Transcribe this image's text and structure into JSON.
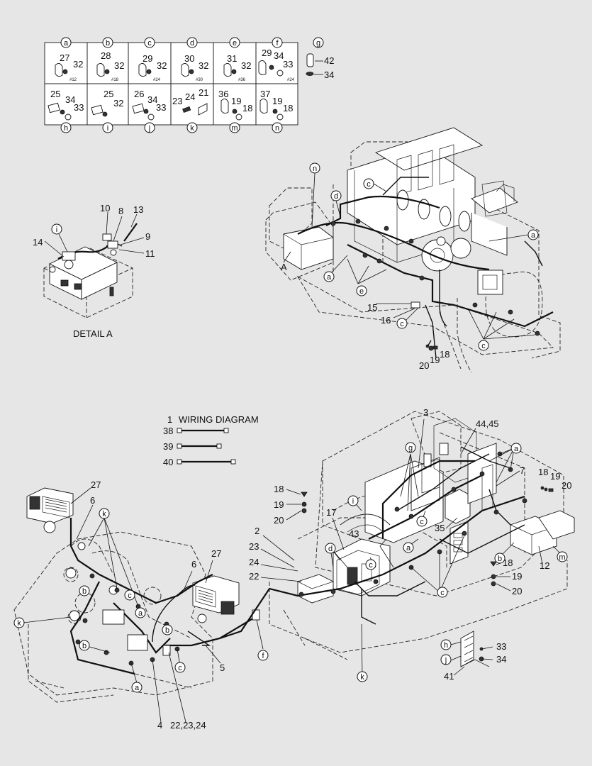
{
  "legend_table": {
    "top_row": [
      {
        "letter": "a",
        "left_num": "27",
        "right_num": "32",
        "small": "#12"
      },
      {
        "letter": "b",
        "left_num": "28",
        "right_num": "32",
        "small": "#18"
      },
      {
        "letter": "c",
        "left_num": "29",
        "right_num": "32",
        "small": "#24"
      },
      {
        "letter": "d",
        "left_num": "30",
        "right_num": "32",
        "small": "#30"
      },
      {
        "letter": "e",
        "left_num": "31",
        "right_num": "32",
        "small": "#36"
      },
      {
        "letter": "f",
        "left_num": "29",
        "mid_num": "34",
        "right_num": "33",
        "small": "#24"
      },
      {
        "letter": "g",
        "left_num": "42",
        "right_num": "34",
        "small": ""
      }
    ],
    "bottom_row": [
      {
        "letter": "h",
        "n1": "25",
        "n2": "34",
        "n3": "33"
      },
      {
        "letter": "i",
        "n1": "25",
        "n2": "",
        "n3": "32"
      },
      {
        "letter": "j",
        "n1": "26",
        "n2": "34",
        "n3": "33"
      },
      {
        "letter": "k",
        "n1": "23",
        "n2": "24",
        "n3": "21"
      },
      {
        "letter": "m",
        "n1": "36",
        "n2": "19",
        "n3": "18"
      },
      {
        "letter": "n",
        "n1": "37",
        "n2": "19",
        "n3": "18"
      }
    ]
  },
  "detail_a": {
    "title": "DETAIL A",
    "labels": {
      "l10": "10",
      "l8": "8",
      "l13": "13",
      "l9": "9",
      "l11": "11",
      "l14": "14",
      "li": "i"
    }
  },
  "engine_view": {
    "labels": {
      "n": "n",
      "d": "d",
      "c_top": "c",
      "a_right": "a",
      "A": "A",
      "a_left": "a",
      "e": "e",
      "l15": "15",
      "l16": "16",
      "c_mid": "c",
      "c_right": "c",
      "l18": "18",
      "l19": "19",
      "l20": "20"
    }
  },
  "wiring_legend": {
    "title_num": "1",
    "title": "WIRING DIAGRAM",
    "items": [
      "38",
      "39",
      "40"
    ]
  },
  "machine_view": {
    "labels": {
      "l27a": "27",
      "l6a": "6",
      "k_top": "k",
      "b1": "b",
      "c1": "c",
      "a1": "a",
      "b2": "b",
      "k_left": "k",
      "b3": "b",
      "a2": "a",
      "c2": "c",
      "l4": "4",
      "l222324": "22,23,24",
      "l5": "5",
      "f": "f",
      "l6b": "6",
      "l27b": "27",
      "l18a": "18",
      "l19a": "19",
      "l20a": "20",
      "l2": "2",
      "l23": "23",
      "l24": "24",
      "l22": "22",
      "d": "d",
      "l17": "17",
      "l43": "43",
      "c3": "c",
      "k_bottom": "k",
      "i": "i",
      "g": "g",
      "l3": "3",
      "a3": "a",
      "c4": "c",
      "l35": "35",
      "c5": "c",
      "l4445": "44,45",
      "a4": "a",
      "l7": "7",
      "l18b": "18",
      "l19b": "19",
      "l20b": "20",
      "b4": "b",
      "l12": "12",
      "m": "m",
      "l18c": "18",
      "l19c": "19",
      "l20c": "20",
      "h": "h",
      "j": "j",
      "l33": "33",
      "l34": "34",
      "l41": "41"
    }
  }
}
